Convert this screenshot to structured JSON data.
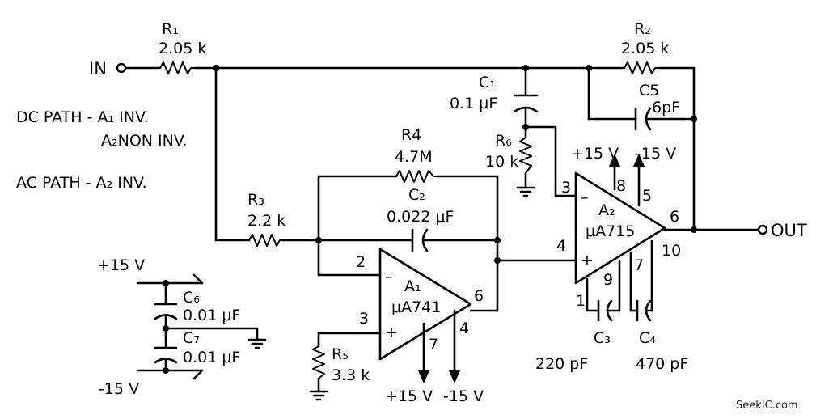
{
  "input_label": "IN",
  "output_label": "OUT",
  "notes": {
    "dc_path": "DC PATH - A₁ INV.",
    "dc_path2": "A₂NON INV.",
    "ac_path": "AC PATH - A₂ INV."
  },
  "components": {
    "r1": {
      "ref": "R₁",
      "value": "2.05 k"
    },
    "r2": {
      "ref": "R₂",
      "value": "2.05 k"
    },
    "r3": {
      "ref": "R₃",
      "value": "2.2 k"
    },
    "r4": {
      "ref": "R4",
      "value": "4.7M"
    },
    "r5": {
      "ref": "R₅",
      "value": "3.3 k"
    },
    "r6": {
      "ref": "R₆",
      "value": "10 k"
    },
    "c1": {
      "ref": "C₁",
      "value": "0.1 μF"
    },
    "c2": {
      "ref": "C₂",
      "value": "0.022 μF"
    },
    "c3": {
      "ref": "C₃",
      "value": "220 pF"
    },
    "c4": {
      "ref": "C₄",
      "value": "470 pF"
    },
    "c5": {
      "ref": "C5",
      "value": "6pF"
    },
    "c6": {
      "ref": "C₆",
      "value": "0.01 μF"
    },
    "c7": {
      "ref": "C₇",
      "value": "0.01 μF"
    }
  },
  "opamps": {
    "a1": {
      "ref": "A₁",
      "part": "μA741",
      "pins": {
        "inv": "2",
        "noninv": "3",
        "out": "6",
        "vpos": "7",
        "vneg": "4"
      },
      "minus": "–",
      "plus": "+"
    },
    "a2": {
      "ref": "A₂",
      "part": "μA715",
      "pins": {
        "inv": "3",
        "noninv": "4",
        "out": "6",
        "vpos": "8",
        "vneg": "5",
        "comp1": "1",
        "comp9": "9",
        "comp7": "7",
        "comp10": "10"
      },
      "minus": "–",
      "plus": "+"
    }
  },
  "supplies": {
    "a1_vpos": "+15 V",
    "a1_vneg": "-15 V",
    "a2_vpos": "+15 V",
    "a2_vneg": "-15 V",
    "bypass_pos": "+15 V",
    "bypass_neg": "-15 V"
  },
  "watermark": "SeekIC.com"
}
